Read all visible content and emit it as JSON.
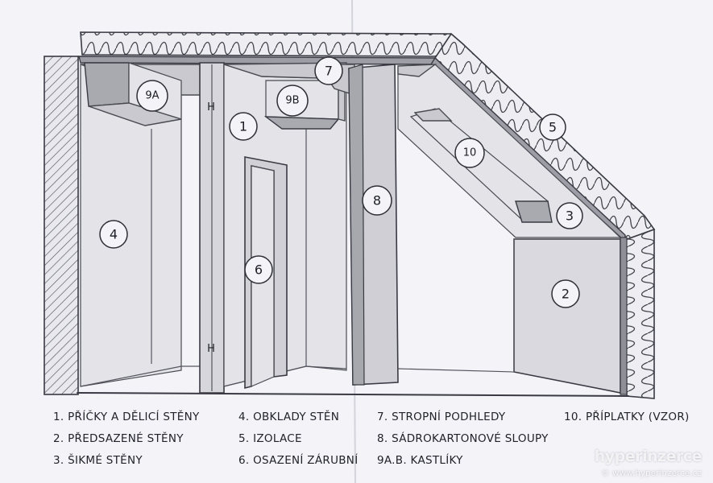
{
  "labels": [
    {
      "id": "1",
      "text": "1"
    },
    {
      "id": "2",
      "text": "2"
    },
    {
      "id": "3",
      "text": "3"
    },
    {
      "id": "4",
      "text": "4"
    },
    {
      "id": "5",
      "text": "5"
    },
    {
      "id": "6",
      "text": "6"
    },
    {
      "id": "7",
      "text": "7"
    },
    {
      "id": "8",
      "text": "8"
    },
    {
      "id": "9A",
      "text": "9A"
    },
    {
      "id": "9B",
      "text": "9B"
    },
    {
      "id": "10",
      "text": "10"
    }
  ],
  "legend": {
    "col1": [
      "1. PŘÍČKY A DĚLICÍ STĚNY",
      "2. PŘEDSAZENÉ STĚNY",
      "3. ŠIKMÉ STĚNY"
    ],
    "col2": [
      "4. OBKLADY STĚN",
      "5. IZOLACE",
      "6. OSAZENÍ ZÁRUBNÍ"
    ],
    "col3": [
      "7. STROPNÍ PODHLEDY",
      "8. SÁDROKARTONOVÉ SLOUPY",
      "9A.B. KASTLÍKY"
    ],
    "col4": [
      "10. PŘÍPLATKY (VZOR)"
    ]
  },
  "watermark": {
    "brand": "hyperinzerce",
    "url": "© www.hyperinzerce.cz"
  },
  "colors": {
    "pencil": "#3a3a44",
    "paper": "#f3f3f8"
  }
}
